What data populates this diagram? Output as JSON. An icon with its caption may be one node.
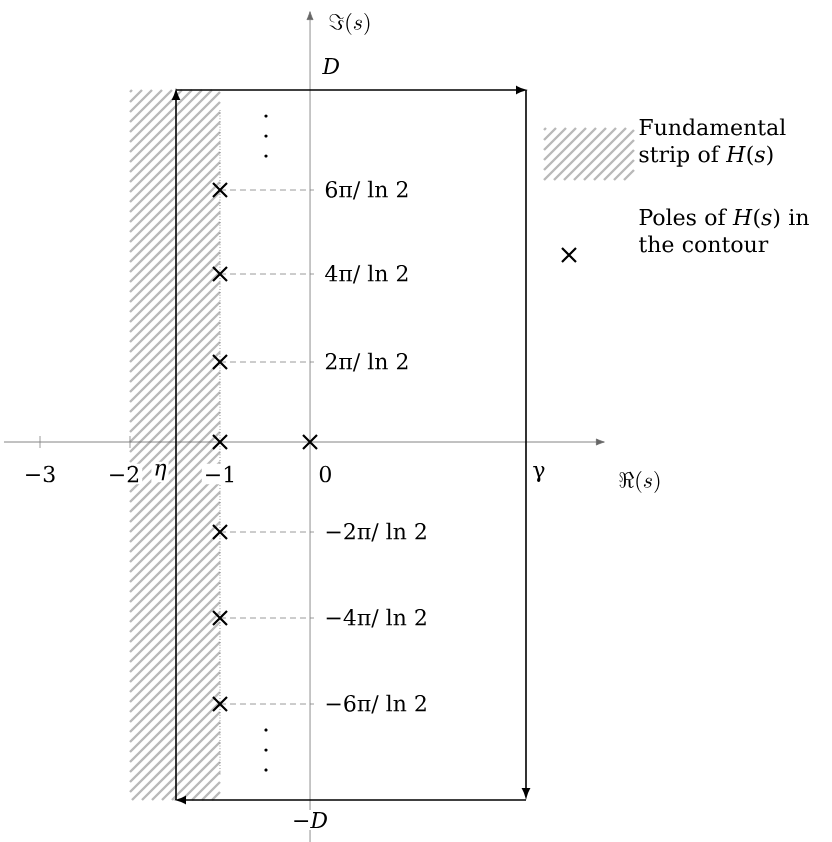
{
  "diagram": {
    "labels": [
      "\\Im(s)",
      "*D*",
      "6π/ ln 2",
      "4π/ ln 2",
      "2π/ ln 2",
      "−3",
      "−2",
      "*η*",
      "−1",
      "0",
      "γ",
      "\\Re(s)",
      "−2π/ ln 2",
      "−4π/ ln 2",
      "−6π/ ln 2",
      "−*D*"
    ],
    "legend": [
      {
        "text": "Fundamental strip of *H*(*s*)"
      },
      {
        "text": "Poles of *H*(*s*) in the contour"
      }
    ]
  }
}
